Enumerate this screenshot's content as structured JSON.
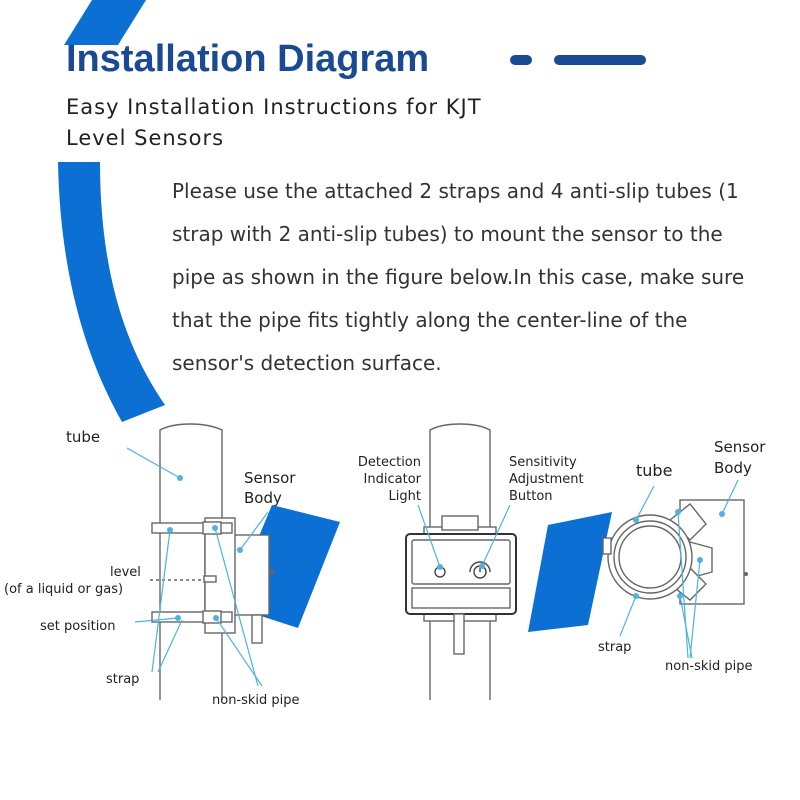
{
  "heading": {
    "title": "Installation Diagram",
    "subtitle_line1": "Easy Installation Instructions for KJT",
    "subtitle_line2": "Level Sensors"
  },
  "instructions": {
    "text": "Please use the attached 2 straps and 4 anti-slip tubes (1 strap with 2 anti-slip tubes) to mount the sensor to the pipe as shown in the figure below.In this case, make sure that the pipe fits tightly along the center-line of the sensor's detection surface."
  },
  "figure_side": {
    "tube": "tube",
    "sensor_body_line1": "Sensor",
    "sensor_body_line2": "Body",
    "level_line1": "level",
    "level_line2": "(of a liquid or gas)",
    "set_position": "set position",
    "strap": "strap",
    "non_skid_pipe": "non-skid pipe"
  },
  "figure_front": {
    "detection_line1": "Detection",
    "detection_line2": "Indicator",
    "detection_line3": "Light",
    "sensitivity_line1": "Sensitivity",
    "sensitivity_line2": "Adjustment",
    "sensitivity_line3": "Button"
  },
  "figure_top": {
    "tube": "tube",
    "sensor_body_line1": "Sensor",
    "sensor_body_line2": "Body",
    "strap": "strap",
    "non_skid_pipe": "non-skid pipe"
  },
  "colors": {
    "title_navy": "#1a4a94",
    "accent_blue": "#0b6fd3",
    "callout_cyan": "#4fb3e0",
    "line_gray": "#666666"
  }
}
